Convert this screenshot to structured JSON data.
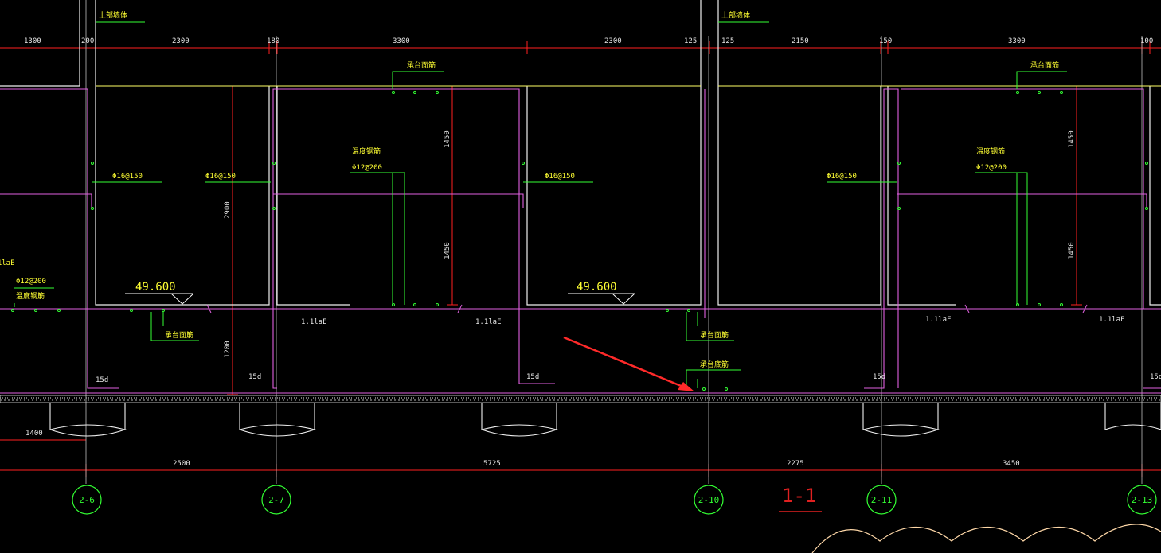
{
  "colors": {
    "background": "#000000",
    "dimension": "#ff2020",
    "grid_axis": "#c8c8c8",
    "outline": "#ffffff",
    "rebar": "#e060e0",
    "leader": "#33ff33",
    "annotation": "#ffff33",
    "arrow": "#ff2a2a",
    "curve": "#ffd8a8"
  },
  "drawing": {
    "section_title": "1-1",
    "top_dimensions": [
      "1300",
      "200",
      "2300",
      "180",
      "3300",
      "2300",
      "125",
      "125",
      "2150",
      "150",
      "3300",
      "100"
    ],
    "bottom_dimensions": [
      "2500",
      "5725",
      "2275",
      "3450"
    ],
    "left_dimension": "1400",
    "vertical_dimensions": [
      "2900",
      "1200",
      "1450",
      "1450",
      "1450",
      "1450"
    ],
    "axes": [
      "2-6",
      "2-7",
      "2-10",
      "2-11",
      "2-13"
    ],
    "wall_label": "上部墙体",
    "cap_edge_label": "承台面筋",
    "cap_bottom_label": "承台底筋",
    "temp_rebar_label": "温度钢筋",
    "rebar_d16": "Φ16@150",
    "rebar_d12": "Φ12@200",
    "anchor_label": "1.1laE",
    "hook_label": "15d",
    "elevation": "49.600"
  }
}
